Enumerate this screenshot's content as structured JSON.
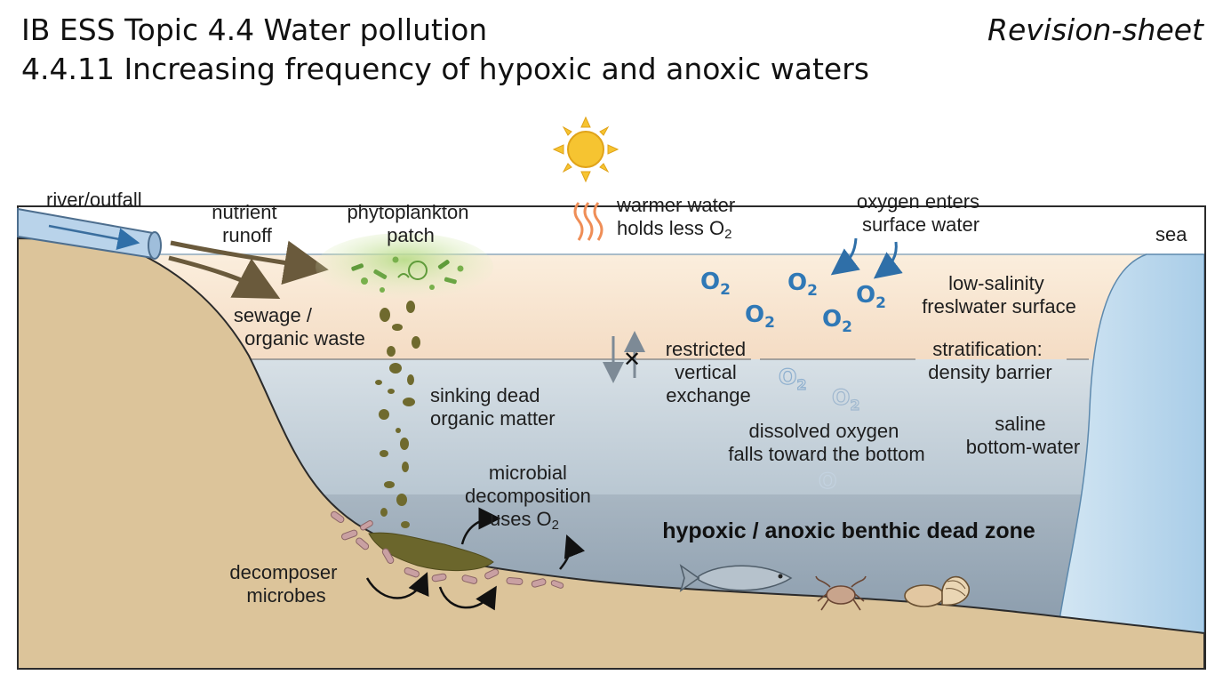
{
  "header": {
    "title_line1": "IB ESS Topic 4.4 Water pollution",
    "title_line2": "4.4.11 Increasing frequency of hypoxic and anoxic waters",
    "tag": "Revision-sheet"
  },
  "labels": {
    "river_outfall": "river/outfall",
    "nutrient_runoff": [
      "nutrient",
      "runoff"
    ],
    "phytoplankton_patch": [
      "phytoplankton",
      "patch"
    ],
    "warmer_water": [
      "warmer water",
      "holds less O"
    ],
    "oxygen_enters": [
      "oxygen enters",
      "surface water"
    ],
    "sea": "sea",
    "sewage": [
      "sewage /",
      "organic waste"
    ],
    "low_salinity": [
      "low-salinity",
      "freslwater surface"
    ],
    "restricted": [
      "restricted",
      "vertical",
      "exchange"
    ],
    "stratification": [
      "stratification:",
      "density barrier"
    ],
    "sinking": [
      "sinking dead",
      "organic matter"
    ],
    "dissolved_oxygen": [
      "dissolved oxygen",
      "falls toward the bottom"
    ],
    "saline": [
      "saline",
      "bottom-water"
    ],
    "microbial": [
      "microbial",
      "decomposition",
      "uses O"
    ],
    "dead_zone": "hypoxic / anoxic benthic dead zone",
    "decomposer": [
      "decomposer",
      "microbes"
    ],
    "o2_main": "O",
    "o2_sub": "2",
    "o_lone": "O"
  },
  "colors": {
    "sand": "#dcc49a",
    "sand_edge": "#2b2b2b",
    "surface_layer": "#f8e2c6",
    "mid_water": "#c9d6df",
    "deep_water": "#98a9b7",
    "sea": "#bcd9ee",
    "organic_matter": "#6f6a2e",
    "phytoplankton": "#6ea845",
    "o2_blue": "#2f78b6",
    "sun": "#f6c431",
    "heat": "#ef8e57"
  },
  "icons": [
    "sun-icon",
    "heat-waves-icon",
    "pipe-icon",
    "fish-icon",
    "crab-icon",
    "clam-icon",
    "blocked-exchange-icon"
  ]
}
